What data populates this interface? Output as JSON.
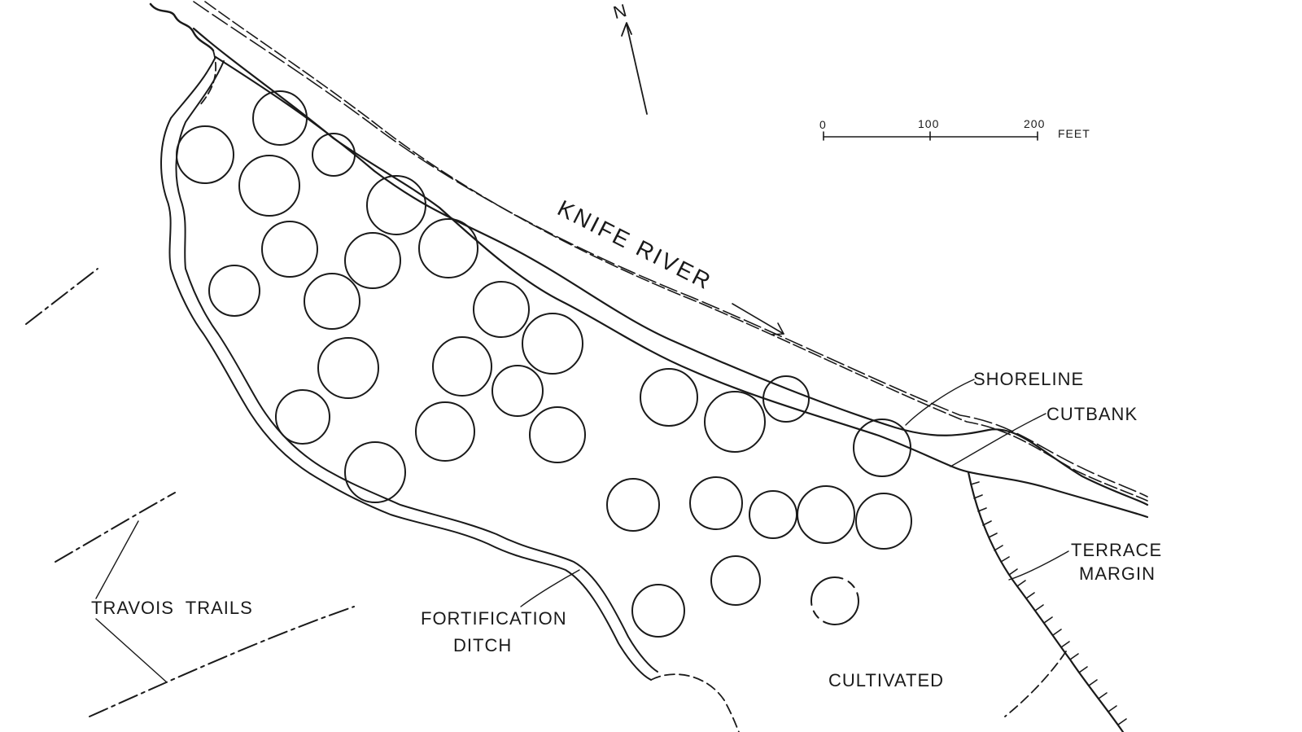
{
  "map": {
    "river_label": "KNIFE RIVER",
    "labels": {
      "shoreline": "SHORELINE",
      "cutbank": "CUTBANK",
      "terrace_line1": "TERRACE",
      "terrace_line2": "MARGIN",
      "travois": "TRAVOIS  TRAILS",
      "fort_line1": "FORTIFICATION",
      "fort_line2": "DITCH",
      "cultivated": "CULTIVATED"
    },
    "north_label": "N",
    "scale": {
      "ticks": [
        "0",
        "100",
        "200"
      ],
      "unit": "FEET"
    },
    "house_depression_count": 31
  }
}
